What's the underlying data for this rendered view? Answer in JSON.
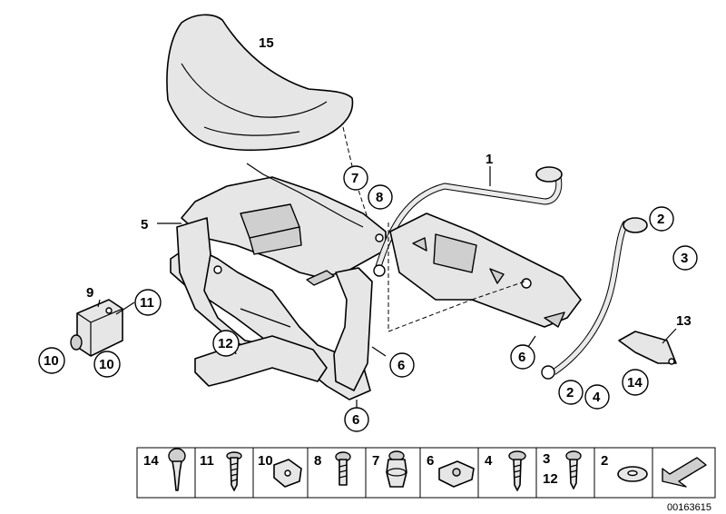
{
  "callouts": {
    "p1": "1",
    "p2a": "2",
    "p3a": "3",
    "p2b": "2",
    "p4a": "4",
    "p5": "5",
    "p6a": "6",
    "p6b": "6",
    "p6c": "6",
    "p7": "7",
    "p8": "8",
    "p9": "9",
    "p10a": "10",
    "p10b": "10",
    "p11": "11",
    "p12": "12",
    "p13": "13",
    "p14": "14",
    "p15": "15"
  },
  "legend": [
    {
      "label": "14"
    },
    {
      "label": "11"
    },
    {
      "label": "10"
    },
    {
      "label": "8"
    },
    {
      "label": "7"
    },
    {
      "label": "6"
    },
    {
      "label": "4"
    },
    {
      "label": "3",
      "label2": "12"
    },
    {
      "label": "2"
    }
  ],
  "image_number": "00163615"
}
